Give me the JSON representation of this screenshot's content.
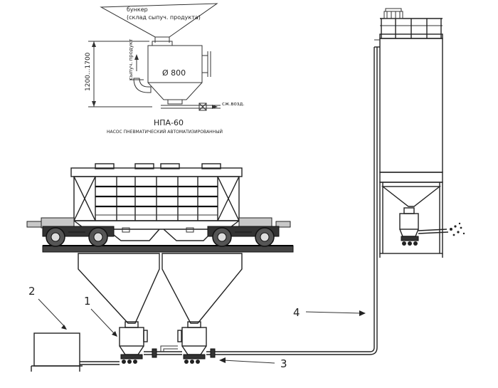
{
  "inset": {
    "bunker_label_line1": "бункер",
    "bunker_label_line2": "(склад сыпуч. продукта)",
    "dimension_label": "1200...1700",
    "bulk_product_label": "сыпуч. продукт",
    "diameter_label": "Ø 800",
    "compressed_air_label": "сж.возд.",
    "title": "НПА-60",
    "subtitle": "НАСОС ПНЕВМАТИЧЕСКИЙ АВТОМАТИЗИРОВАННЫЙ"
  },
  "callouts": {
    "c1": "1",
    "c2": "2",
    "c3": "3",
    "c4": "4"
  }
}
